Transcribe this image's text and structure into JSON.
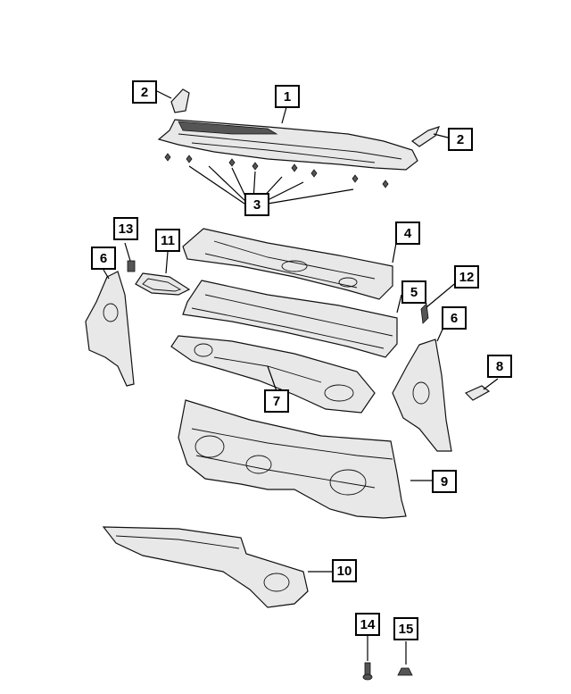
{
  "callouts": {
    "c1": "1",
    "c2a": "2",
    "c2b": "2",
    "c3": "3",
    "c4": "4",
    "c5": "5",
    "c6a": "6",
    "c6b": "6",
    "c7": "7",
    "c8": "8",
    "c9": "9",
    "c10": "10",
    "c11": "11",
    "c12": "12",
    "c13": "13",
    "c14": "14",
    "c15": "15"
  }
}
